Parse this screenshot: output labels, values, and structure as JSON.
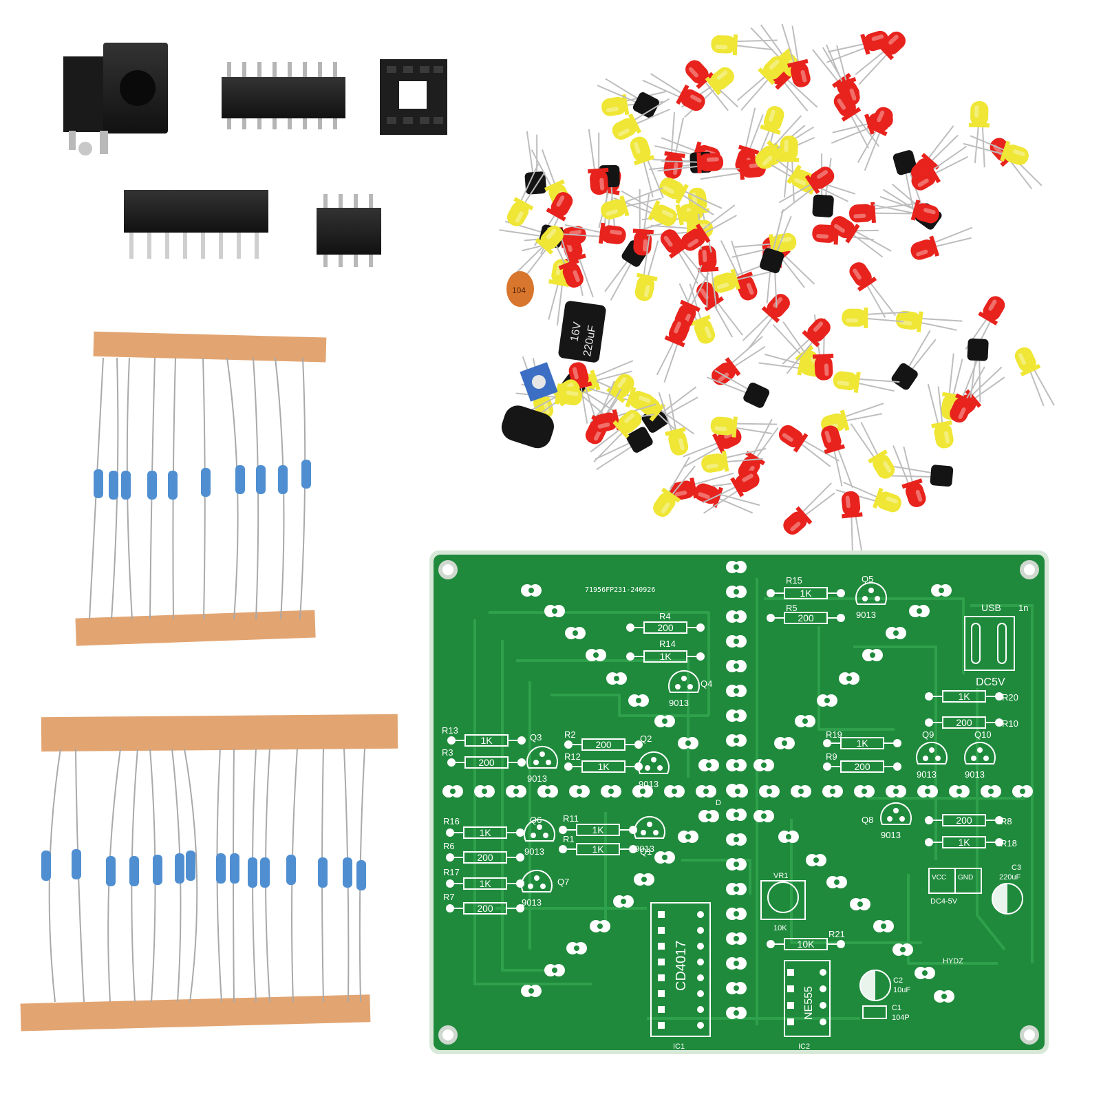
{
  "pcb": {
    "board_code": "71956FP231-240926",
    "usb_label": "USB",
    "in_label": "1n",
    "dc5v_label": "DC5V",
    "dc45_label": "DC4-5V",
    "vcc_label": "VCC",
    "gnd_label": "GND",
    "hydz_label": "HYDZ",
    "d_label": "D",
    "resistors": [
      {
        "ref": "R15",
        "value": "1K"
      },
      {
        "ref": "R5",
        "value": "200"
      },
      {
        "ref": "R4",
        "value": "200"
      },
      {
        "ref": "R14",
        "value": "1K"
      },
      {
        "ref": "R20",
        "value": "1K"
      },
      {
        "ref": "R10",
        "value": "200"
      },
      {
        "ref": "R13",
        "value": "1K"
      },
      {
        "ref": "R3",
        "value": "200"
      },
      {
        "ref": "R2",
        "value": "200"
      },
      {
        "ref": "R12",
        "value": "1K"
      },
      {
        "ref": "R19",
        "value": "1K"
      },
      {
        "ref": "R9",
        "value": "200"
      },
      {
        "ref": "R16",
        "value": "1K"
      },
      {
        "ref": "R6",
        "value": "200"
      },
      {
        "ref": "R11",
        "value": "1K"
      },
      {
        "ref": "R1",
        "value": "1K"
      },
      {
        "ref": "R8",
        "value": "200"
      },
      {
        "ref": "R18",
        "value": "1K"
      },
      {
        "ref": "R17",
        "value": "1K"
      },
      {
        "ref": "R7",
        "value": "200"
      },
      {
        "ref": "R21",
        "value": "10K"
      }
    ],
    "transistors": [
      {
        "ref": "Q5",
        "type": "9013"
      },
      {
        "ref": "Q4",
        "type": "9013"
      },
      {
        "ref": "Q3",
        "type": "9013"
      },
      {
        "ref": "Q2",
        "type": "9013"
      },
      {
        "ref": "Q9",
        "type": "9013"
      },
      {
        "ref": "Q10",
        "type": "9013"
      },
      {
        "ref": "Q6",
        "type": "9013"
      },
      {
        "ref": "Q1",
        "type": "9013"
      },
      {
        "ref": "Q8",
        "type": "9013"
      },
      {
        "ref": "Q7",
        "type": "9013"
      }
    ],
    "vr1": {
      "ref": "VR1",
      "value": "10K"
    },
    "c3": {
      "ref": "C3",
      "value": "220uF"
    },
    "c2": {
      "ref": "C2",
      "value": "10uF"
    },
    "c1": {
      "ref": "C1",
      "value": "104P"
    },
    "ic1": {
      "ref": "IC1",
      "chip": "CD4017"
    },
    "ic2": {
      "ref": "IC2",
      "chip": "NE555"
    }
  },
  "loose_parts": {
    "cap_big": {
      "voltage": "16V",
      "value": "220uF"
    },
    "ceramic_cap": "104"
  },
  "colors": {
    "pcb_green": "#1f8a3c",
    "trace_green": "#2fa04b",
    "led_red": "#e8221c",
    "led_yellow": "#efe635",
    "tape": "#e2a572",
    "resistor_blue": "#4f8fd1",
    "ic_black": "#1c1c1c"
  }
}
